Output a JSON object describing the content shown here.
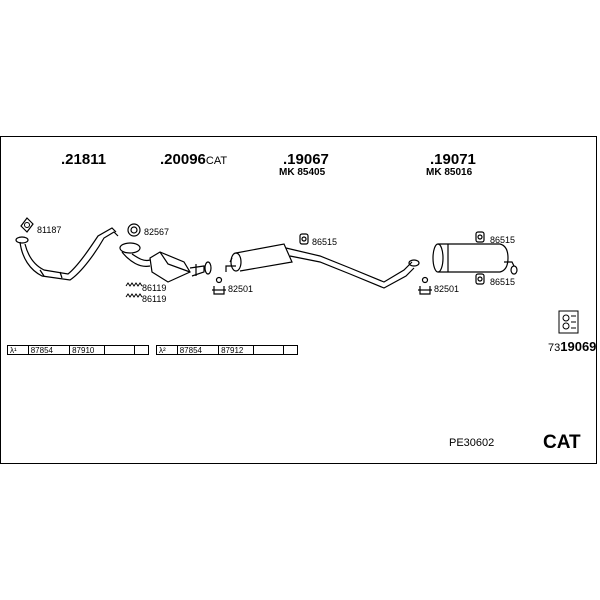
{
  "assemblies": [
    {
      "number": ".21811",
      "suffix": "",
      "mk": ""
    },
    {
      "number": ".20096",
      "suffix": "CAT",
      "mk": ""
    },
    {
      "number": ".19067",
      "suffix": "",
      "mk": "MK 85405"
    },
    {
      "number": ".19071",
      "suffix": "",
      "mk": "MK 85016"
    }
  ],
  "parts": {
    "p81187": "81187",
    "p82567": "82567",
    "p86119a": "86119",
    "p86119b": "86119",
    "p82501a": "82501",
    "p86515a": "86515",
    "p82501b": "82501",
    "p86515b": "86515",
    "p86515c": "86515"
  },
  "lambda_rows": [
    {
      "label": "λ¹",
      "cells": [
        "87854",
        "87910",
        "",
        ""
      ]
    },
    {
      "label": "λ²",
      "cells": [
        "87854",
        "87912",
        "",
        ""
      ]
    }
  ],
  "reference": {
    "prefix": "73",
    "number": "19069"
  },
  "diagram_code": "PE30602",
  "type_label": "CAT"
}
